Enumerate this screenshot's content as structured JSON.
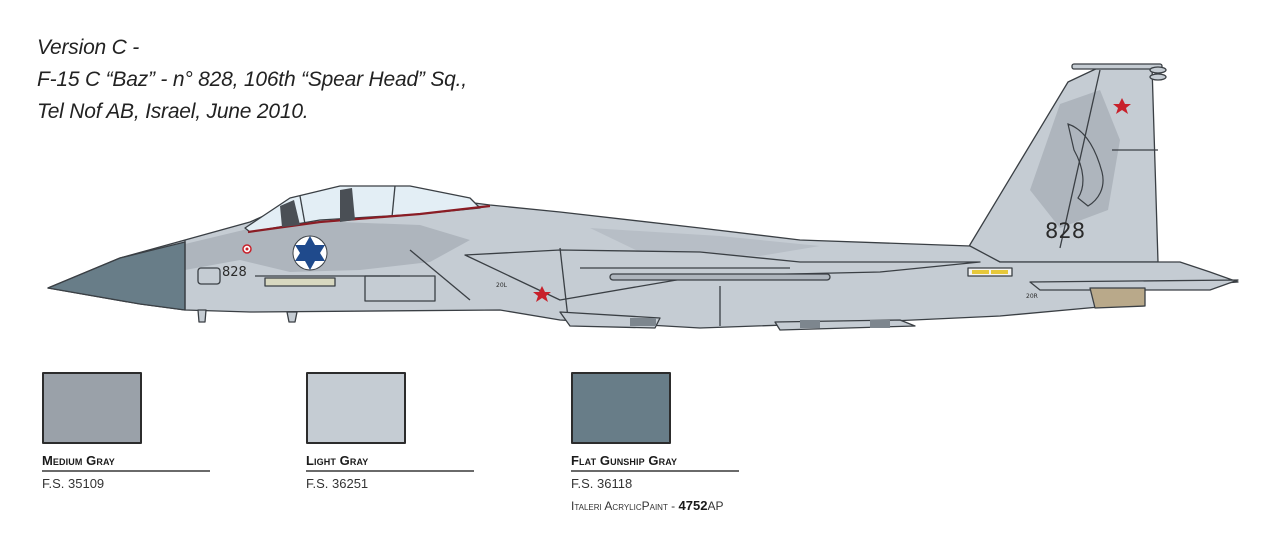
{
  "caption": {
    "line1": "Version C -",
    "line2": "F-15 C “Baz” - n° 828, 106th “Spear Head” Sq.,",
    "line3": "Tel Nof AB, Israel, June 2010."
  },
  "aircraft": {
    "nose_number": "828",
    "tail_number": "828",
    "intake_marking": "20L",
    "rear_marking": "20R"
  },
  "swatches": [
    {
      "name": "Medium Gray",
      "fs": "F.S. 35109",
      "color": "#9aa1a9"
    },
    {
      "name": "Light Gray",
      "fs": "F.S. 36251",
      "color": "#c5ccd3"
    },
    {
      "name": "Flat Gunship Gray",
      "fs": "F.S. 36118",
      "color": "#687d88",
      "paint_brand": "Italeri AcrylicPaint -",
      "paint_code": "4752",
      "paint_suffix": "AP"
    }
  ],
  "colors": {
    "outline": "#3a3f44",
    "roundel_blue": "#1f4a8c",
    "canopy": "#e3eef5",
    "accent_red": "#c8202a",
    "yellow": "#e6c83a"
  }
}
